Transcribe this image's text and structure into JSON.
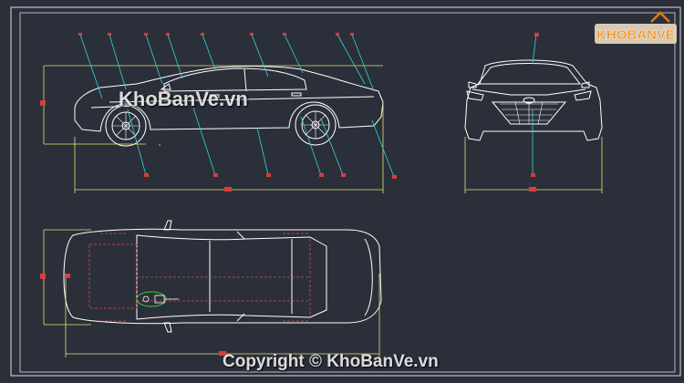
{
  "watermark": {
    "center_text": "KhoBanVe.vn",
    "copyright_text": "Copyright © KhoBanVe.vn"
  },
  "logo": {
    "text": "KHOBANVE",
    "colors": {
      "plate": "#e8dcc2",
      "text_kho": "#f08a1c",
      "text_banve": "#ffffff",
      "roof": "#e07818"
    }
  },
  "colors": {
    "background": "#2b2f3a",
    "frame": "#d9dde3",
    "car_lines": "#ffffff",
    "dimension_yellow": "#e8e070",
    "leader_cyan": "#33d6d6",
    "tag_red": "#e03a3a",
    "hidden_red": "#e04a4a",
    "engine_green": "#3ccd3c"
  }
}
